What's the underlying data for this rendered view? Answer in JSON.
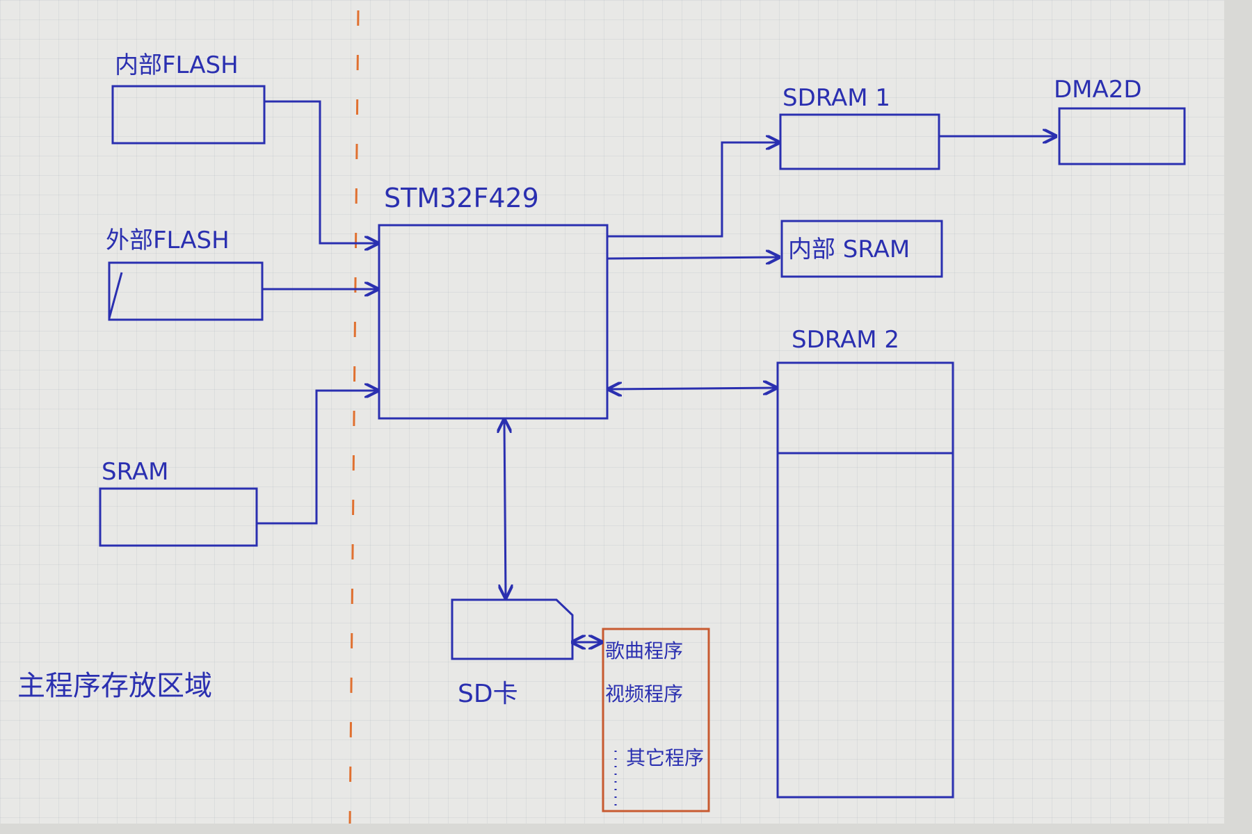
{
  "labels": {
    "internal_flash": "内部FLASH",
    "external_flash": "外部FLASH",
    "sram_left": "SRAM",
    "mcu": "STM32F429",
    "sdram1": "SDRAM 1",
    "dma2d": "DMA2D",
    "internal_sram": "内部 SRAM",
    "sdram2": "SDRAM 2",
    "sd_card": "SD卡",
    "main_program_area": "主程序存放区域"
  },
  "program_list": {
    "songs": "歌曲程序",
    "video": "视频程序",
    "other": "其它程序"
  },
  "colors": {
    "ink": "#2a2fb0",
    "divider": "#e07030",
    "program_box": "#c85a30"
  }
}
